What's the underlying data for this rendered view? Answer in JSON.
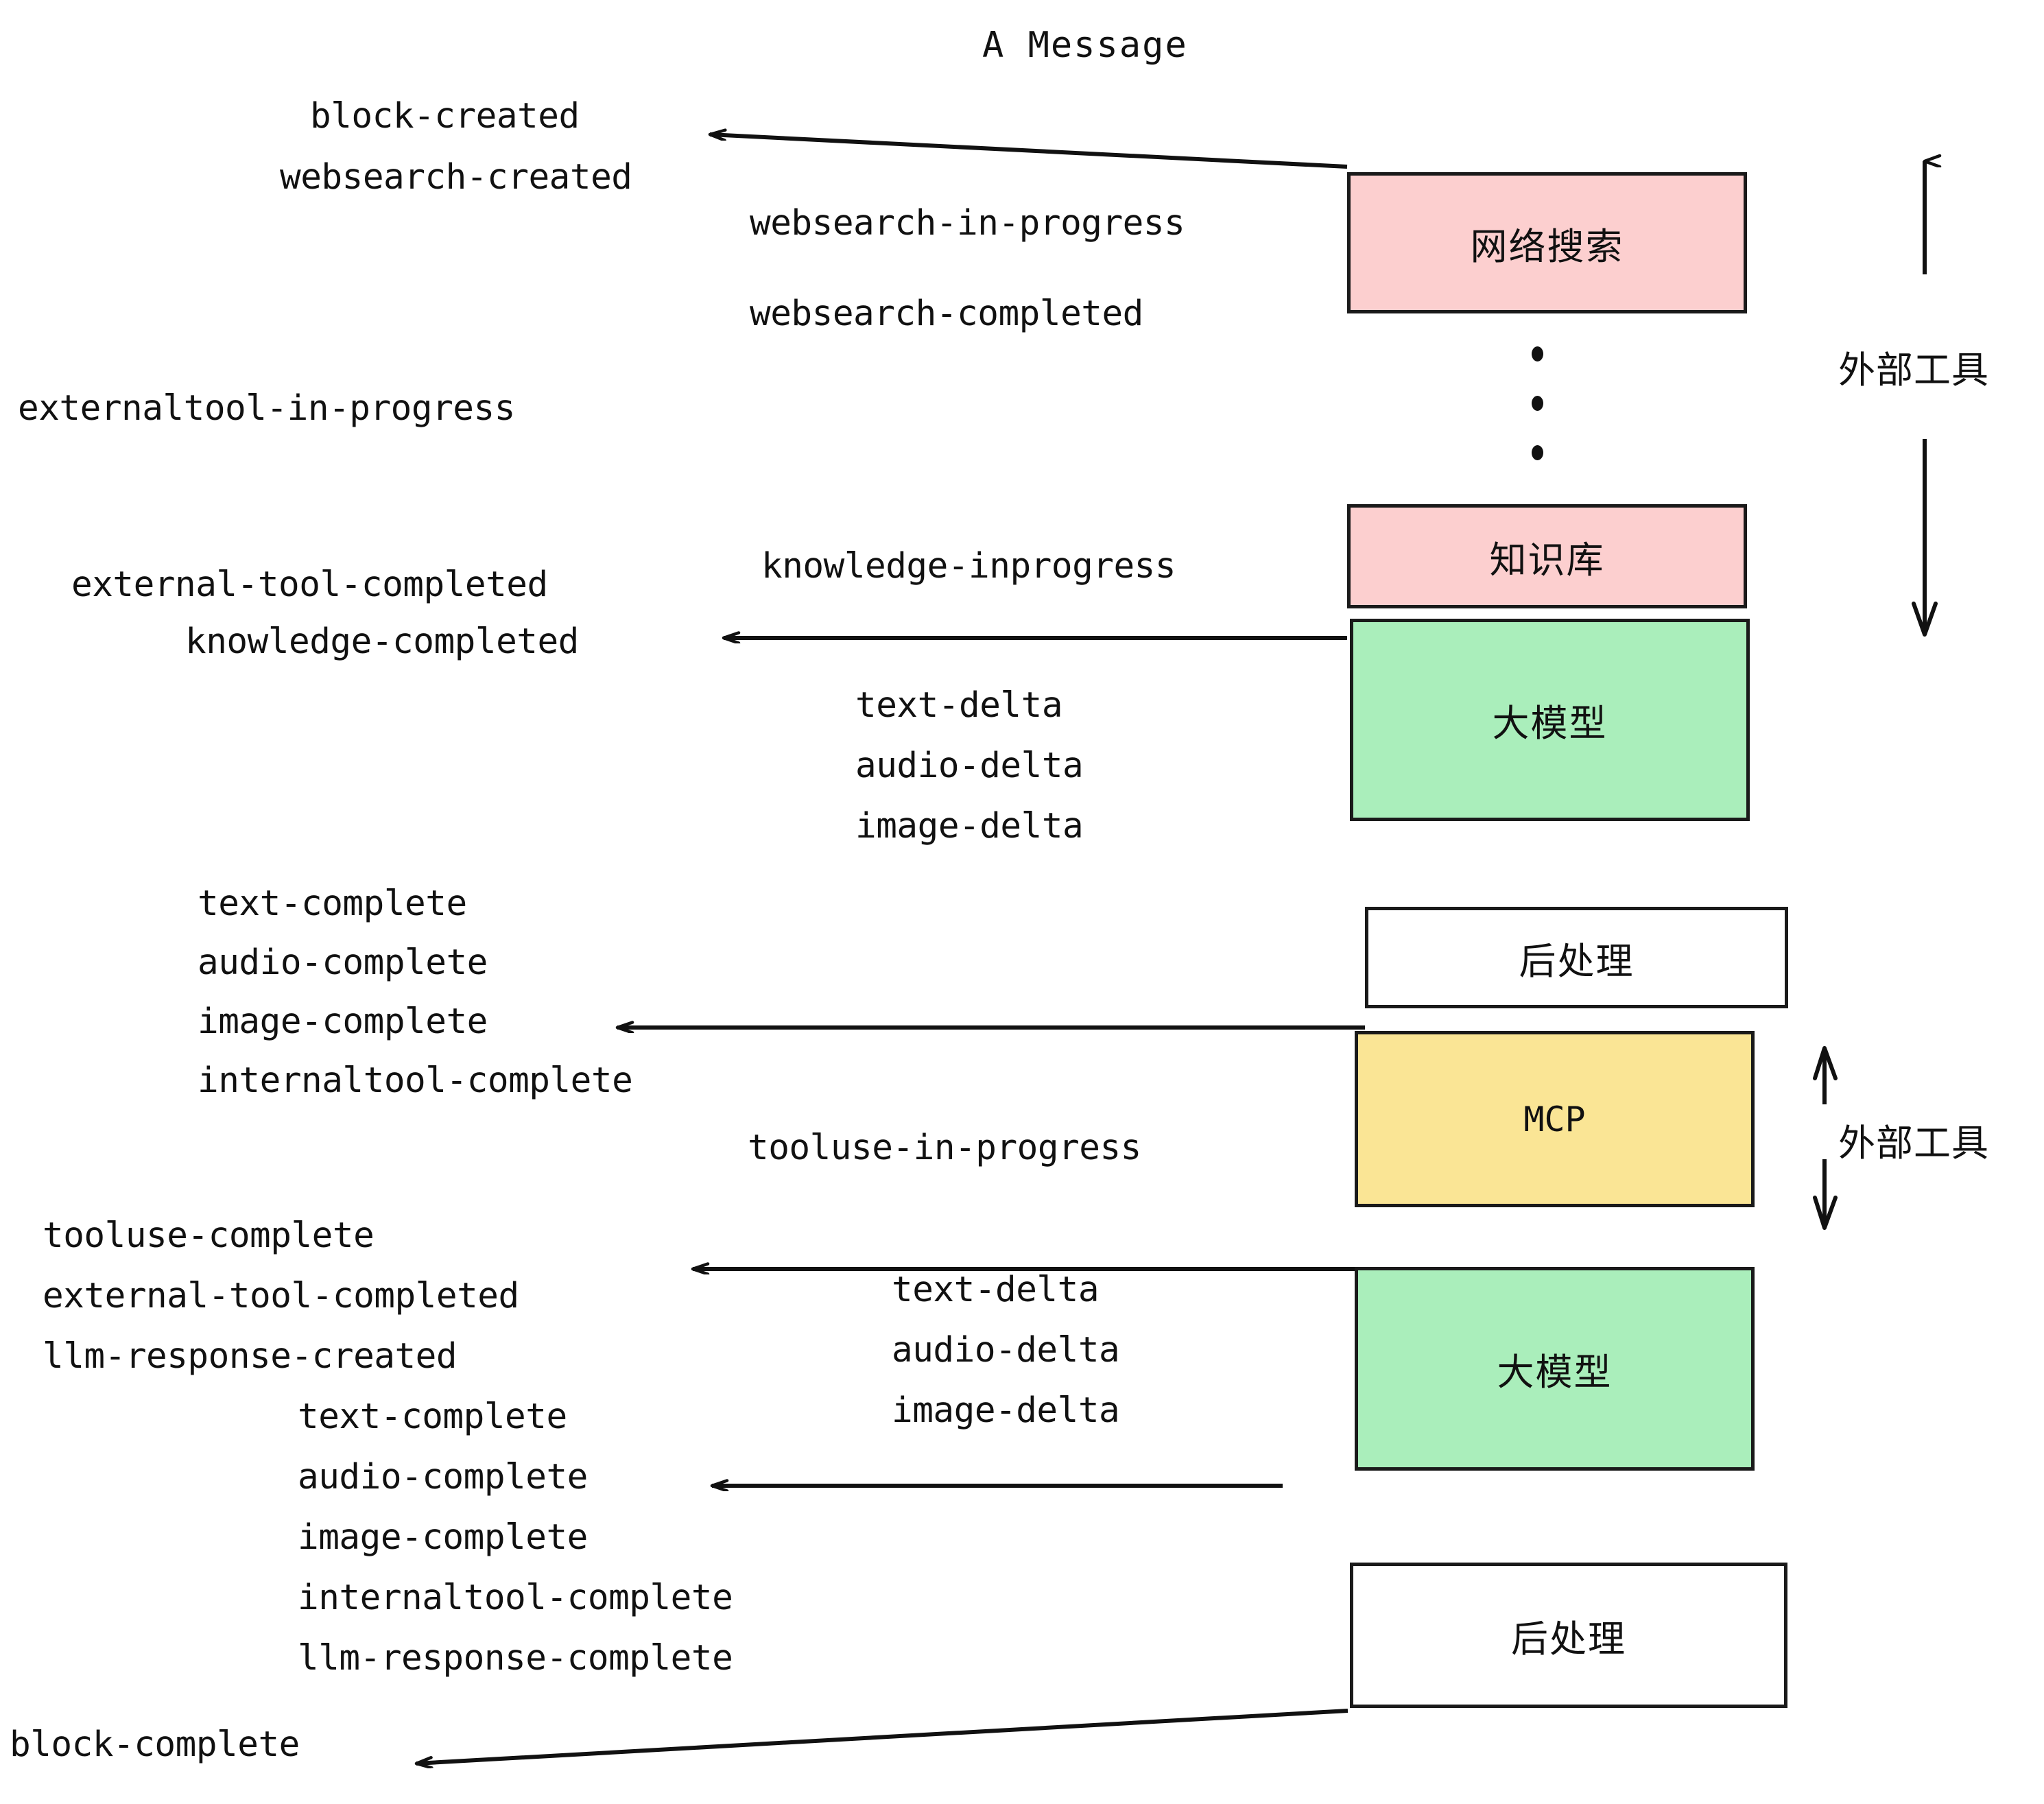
{
  "title": "A Message",
  "boxes": [
    {
      "label": "网络搜索",
      "color": "#fccfcf",
      "kind": "pink"
    },
    {
      "label": "知识库",
      "color": "#fccfcf",
      "kind": "pink"
    },
    {
      "label": "大模型",
      "color": "#aaeebb",
      "kind": "green"
    },
    {
      "label": "后处理",
      "color": "#ffffff",
      "kind": "white"
    },
    {
      "label": "MCP",
      "color": "#fae595",
      "kind": "yellow"
    },
    {
      "label": "大模型",
      "color": "#aaeebb",
      "kind": "green"
    },
    {
      "label": "后处理",
      "color": "#ffffff",
      "kind": "white"
    }
  ],
  "side_labels": [
    {
      "text": "外部工具"
    },
    {
      "text": "外部工具"
    }
  ],
  "events_left": [
    {
      "text": "block-created"
    },
    {
      "text": "websearch-created"
    },
    {
      "text": "externaltool-in-progress"
    },
    {
      "text": "external-tool-completed"
    },
    {
      "text": "knowledge-completed"
    },
    {
      "text": "text-complete"
    },
    {
      "text": "audio-complete"
    },
    {
      "text": "image-complete"
    },
    {
      "text": "internaltool-complete"
    },
    {
      "text": "tooluse-complete"
    },
    {
      "text": "external-tool-completed"
    },
    {
      "text": "llm-response-created"
    },
    {
      "text": "text-complete"
    },
    {
      "text": "audio-complete"
    },
    {
      "text": "image-complete"
    },
    {
      "text": "internaltool-complete"
    },
    {
      "text": "llm-response-complete"
    },
    {
      "text": "block-complete"
    }
  ],
  "events_right": [
    {
      "text": "websearch-in-progress"
    },
    {
      "text": "websearch-completed"
    },
    {
      "text": "knowledge-inprogress"
    },
    {
      "text": "text-delta"
    },
    {
      "text": "audio-delta"
    },
    {
      "text": "image-delta"
    },
    {
      "text": "tooluse-in-progress"
    },
    {
      "text": "text-delta"
    },
    {
      "text": "audio-delta"
    },
    {
      "text": "image-delta"
    }
  ],
  "colors": {
    "pink": "#fccfcf",
    "green": "#aaeebb",
    "yellow": "#fae595",
    "white": "#ffffff",
    "stroke": "#1a1a1a",
    "text": "#111111",
    "background": "#ffffff"
  },
  "ellipsis_dots": 3,
  "arrow_count": 5
}
